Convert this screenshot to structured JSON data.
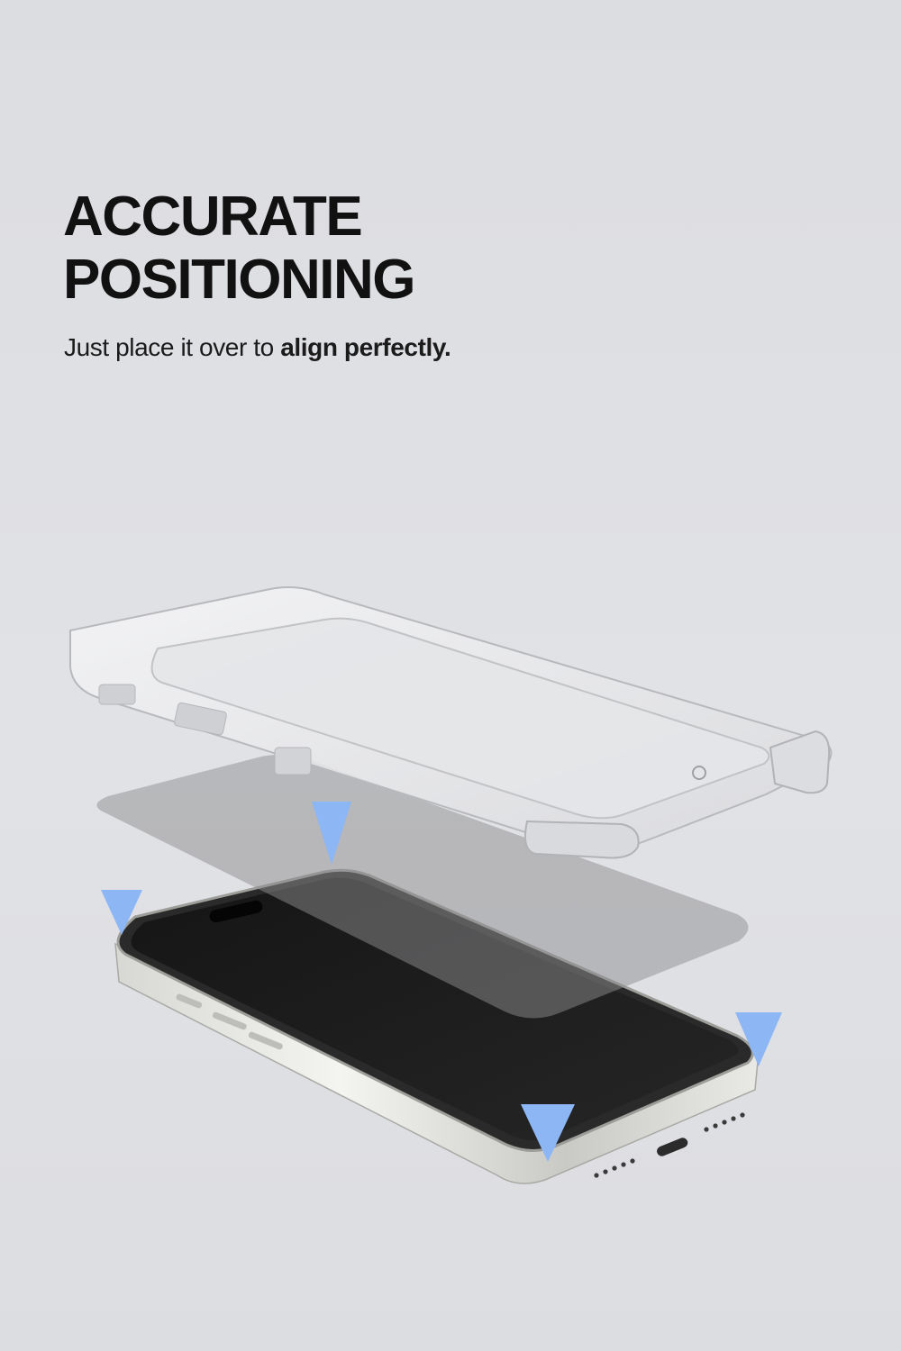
{
  "hero": {
    "headline_line1": "ACCURATE",
    "headline_line2": "POSITIONING",
    "subline_regular": "Just place it over to ",
    "subline_bold": "align perfectly."
  },
  "illustration": {
    "components": [
      "alignment-frame",
      "protective-film",
      "smartphone"
    ],
    "arrow_color": "#8db6f5"
  },
  "colors": {
    "background": "#dfe0e4",
    "text": "#111111",
    "arrow": "#8db6f5",
    "screen": "#1c1c1c"
  }
}
